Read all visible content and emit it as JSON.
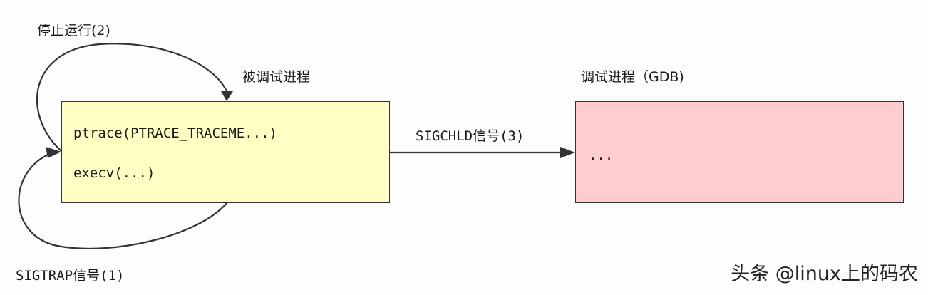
{
  "labels": {
    "stop_run": "停止运行(2)",
    "debuggee_title": "被调试进程",
    "debugger_title": "调试进程（GDB)",
    "sigchld": "SIGCHLD信号(3)",
    "sigtrap": "SIGTRAP信号(1)"
  },
  "debuggee_box": {
    "line1": "ptrace(PTRACE_TRACEME...)",
    "line2": "execv(...)"
  },
  "debugger_box": {
    "content": "..."
  },
  "watermark": "头条 @linux上的码农",
  "colors": {
    "debuggee_fill": "#ffffc4",
    "debugger_fill": "#ffcdcd",
    "stroke": "#333333"
  }
}
